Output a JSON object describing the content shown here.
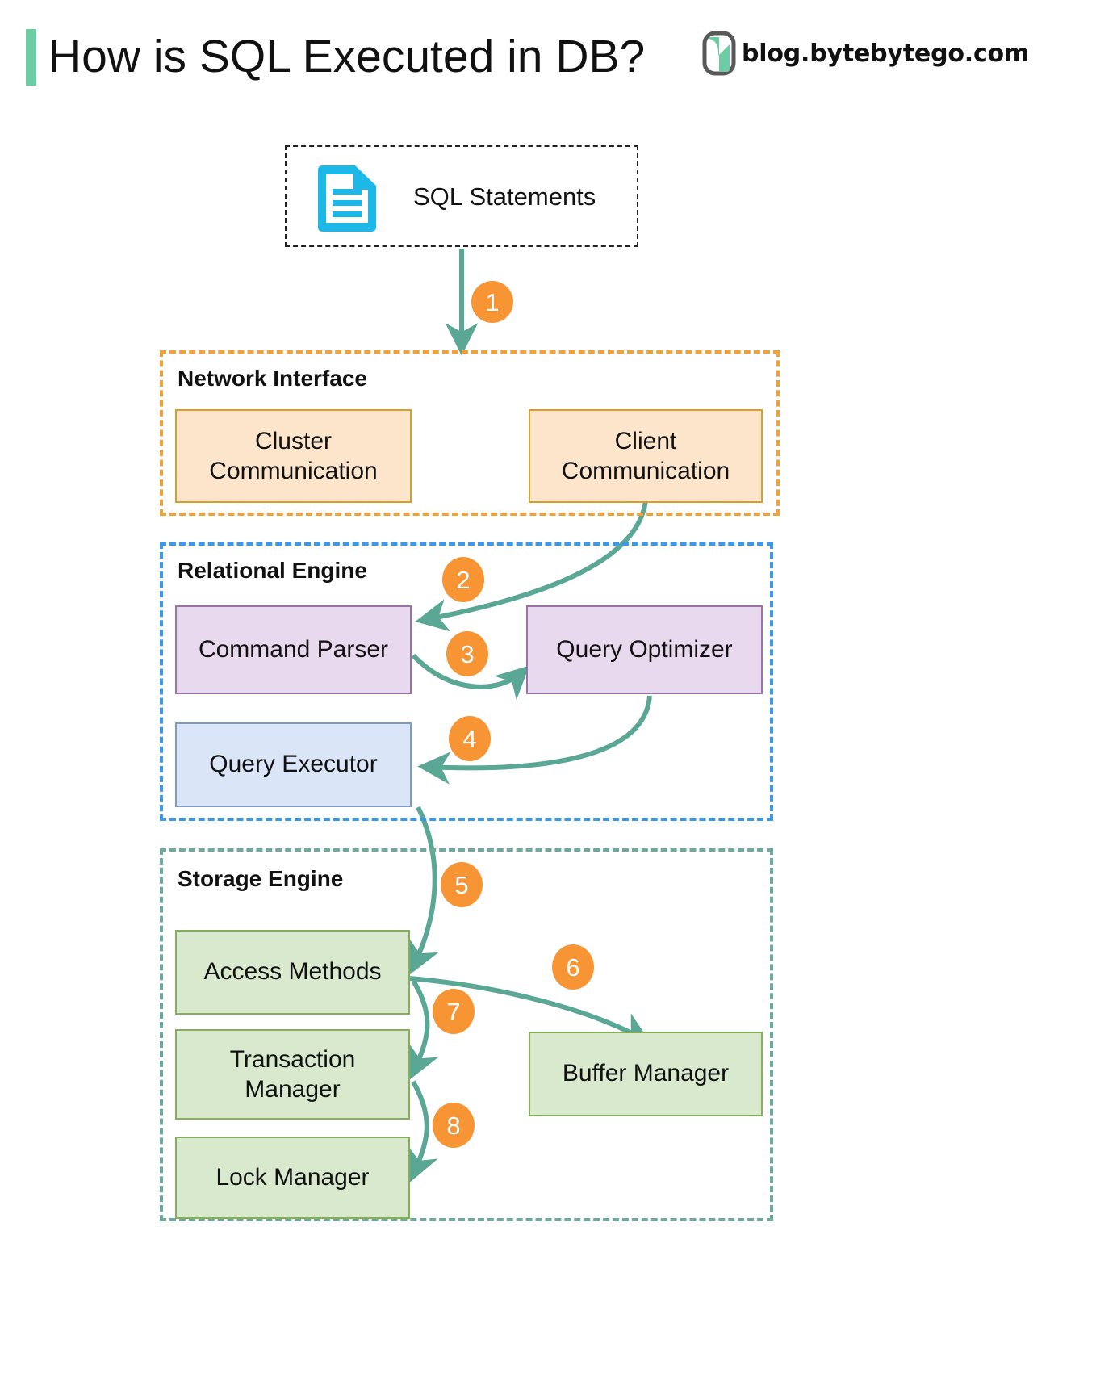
{
  "header": {
    "title": "How is SQL Executed in DB?",
    "brand_text": "blog.bytebytego.com",
    "logo_icon": "bytebytego-logo-icon",
    "accent_color": "#6ECCA4"
  },
  "source": {
    "label": "SQL Statements",
    "icon": "document-icon",
    "icon_color": "#1CB9E8"
  },
  "groups": [
    {
      "id": "network-interface",
      "label": "Network Interface",
      "border_color": "#EFA23C",
      "nodes": [
        {
          "id": "cluster-communication",
          "label": "Cluster\nCommunication",
          "line1": "Cluster",
          "line2": "Communication",
          "fill": "#FDE5CC",
          "stroke": "#D6A129"
        },
        {
          "id": "client-communication",
          "label": "Client\nCommunication",
          "line1": "Client",
          "line2": "Communication",
          "fill": "#FDE5CC",
          "stroke": "#D6A129"
        }
      ]
    },
    {
      "id": "relational-engine",
      "label": "Relational Engine",
      "border_color": "#3C98E8",
      "nodes": [
        {
          "id": "command-parser",
          "label": "Command Parser",
          "fill": "#E9D9EF",
          "stroke": "#9A72A5"
        },
        {
          "id": "query-optimizer",
          "label": "Query Optimizer",
          "fill": "#E9D9EF",
          "stroke": "#9A72A5"
        },
        {
          "id": "query-executor",
          "label": "Query Executor",
          "fill": "#DAE6F8",
          "stroke": "#7D9CC4"
        }
      ]
    },
    {
      "id": "storage-engine",
      "label": "Storage Engine",
      "border_color": "#6CAB9B",
      "nodes": [
        {
          "id": "access-methods",
          "label": "Access Methods",
          "fill": "#D9E9CE",
          "stroke": "#85AD5E"
        },
        {
          "id": "transaction-manager",
          "label": "Transaction\nManager",
          "line1": "Transaction",
          "line2": "Manager",
          "fill": "#D9E9CE",
          "stroke": "#85AD5E"
        },
        {
          "id": "lock-manager",
          "label": "Lock Manager",
          "fill": "#D9E9CE",
          "stroke": "#85AD5E"
        },
        {
          "id": "buffer-manager",
          "label": "Buffer Manager",
          "fill": "#D9E9CE",
          "stroke": "#85AD5E"
        }
      ]
    }
  ],
  "steps": [
    {
      "n": "1",
      "from": "sql-statements",
      "to": "network-interface"
    },
    {
      "n": "2",
      "from": "client-communication",
      "to": "command-parser"
    },
    {
      "n": "3",
      "from": "command-parser",
      "to": "query-optimizer"
    },
    {
      "n": "4",
      "from": "query-optimizer",
      "to": "query-executor"
    },
    {
      "n": "5",
      "from": "query-executor",
      "to": "access-methods"
    },
    {
      "n": "6",
      "from": "access-methods",
      "to": "buffer-manager"
    },
    {
      "n": "7",
      "from": "access-methods",
      "to": "transaction-manager"
    },
    {
      "n": "8",
      "from": "transaction-manager",
      "to": "lock-manager"
    }
  ],
  "colors": {
    "badge": "#F79434",
    "arrow": "#5AA795",
    "background": "#FFFFFF"
  }
}
